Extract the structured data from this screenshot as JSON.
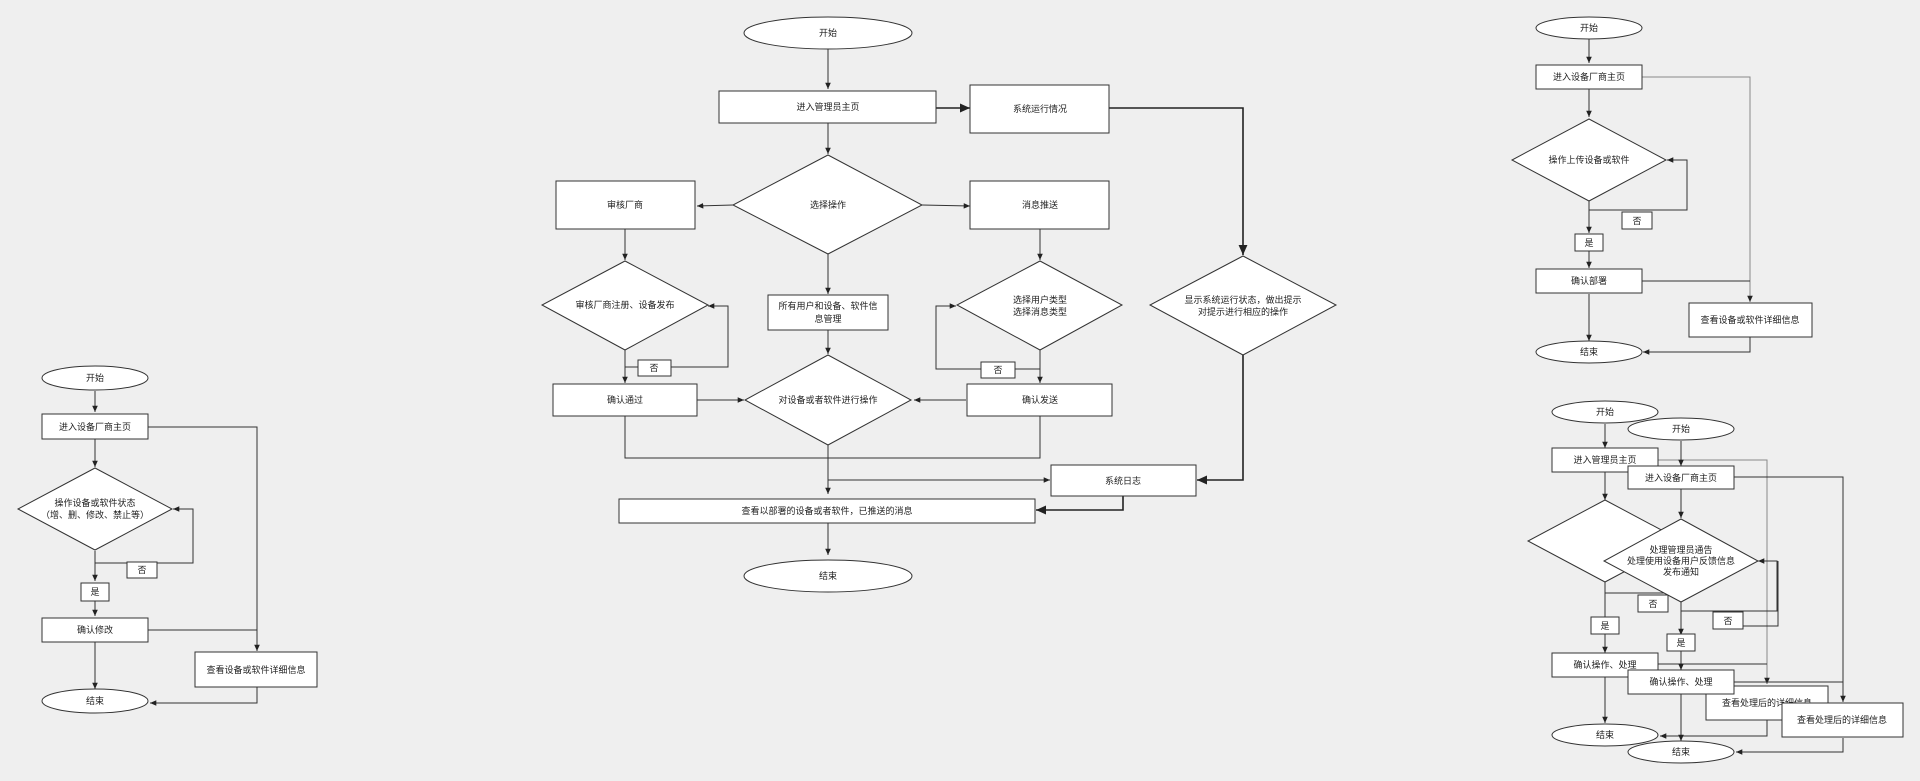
{
  "colors": {
    "background": "#efefef",
    "node_fill": "#ffffff",
    "stroke": "#333333"
  },
  "main": {
    "start": "开始",
    "admin_home": "进入管理员主页",
    "sys_status": "系统运行情况",
    "choose": "选择操作",
    "audit": "审核厂商",
    "message": "消息推送",
    "manage_all": [
      "所有用户和设备、软件信",
      "息管理"
    ],
    "audit_check": "审核厂商注册、设备发布",
    "choose_type": [
      "选择用户类型",
      "选择消息类型"
    ],
    "show_status": [
      "显示系统运行状态，做出提示",
      "对提示进行相应的操作"
    ],
    "no1": "否",
    "no2": "否",
    "confirm_pass": "确认通过",
    "operate": "对设备或者软件进行操作",
    "confirm_send": "确认发送",
    "sys_log": "系统日志",
    "view_all": "查看以部署的设备或者软件，已推送的消息",
    "end": "结束"
  },
  "left": {
    "start": "开始",
    "vendor_home": "进入设备厂商主页",
    "operate_status": [
      "操作设备或软件状态",
      "（增、删、修改、禁止等）"
    ],
    "no": "否",
    "yes": "是",
    "confirm_modify": "确认修改",
    "view_detail": "查看设备或软件详细信息",
    "end": "结束"
  },
  "top_right": {
    "start": "开始",
    "vendor_home": "进入设备厂商主页",
    "upload": "操作上传设备或软件",
    "no": "否",
    "yes": "是",
    "confirm_deploy": "确认部署",
    "view_detail": "查看设备或软件详细信息",
    "end": "结束"
  },
  "bottom_right": {
    "start_a": "开始",
    "start_b": "开始",
    "admin_home": "进入管理员主页",
    "vendor_home": "进入设备厂商主页",
    "process": [
      "处理管理员通告",
      "处理使用设备用户反馈信息",
      "发布通知"
    ],
    "no_a": "否",
    "no_b": "否",
    "yes_a": "是",
    "yes_b": "是",
    "confirm_a": "确认操作、处理",
    "confirm_b": "确认操作、处理",
    "detail_a": "查看处理后的详细信息",
    "detail_b": "查看处理后的详细信息",
    "end_a": "结束",
    "end_b": "结束"
  }
}
